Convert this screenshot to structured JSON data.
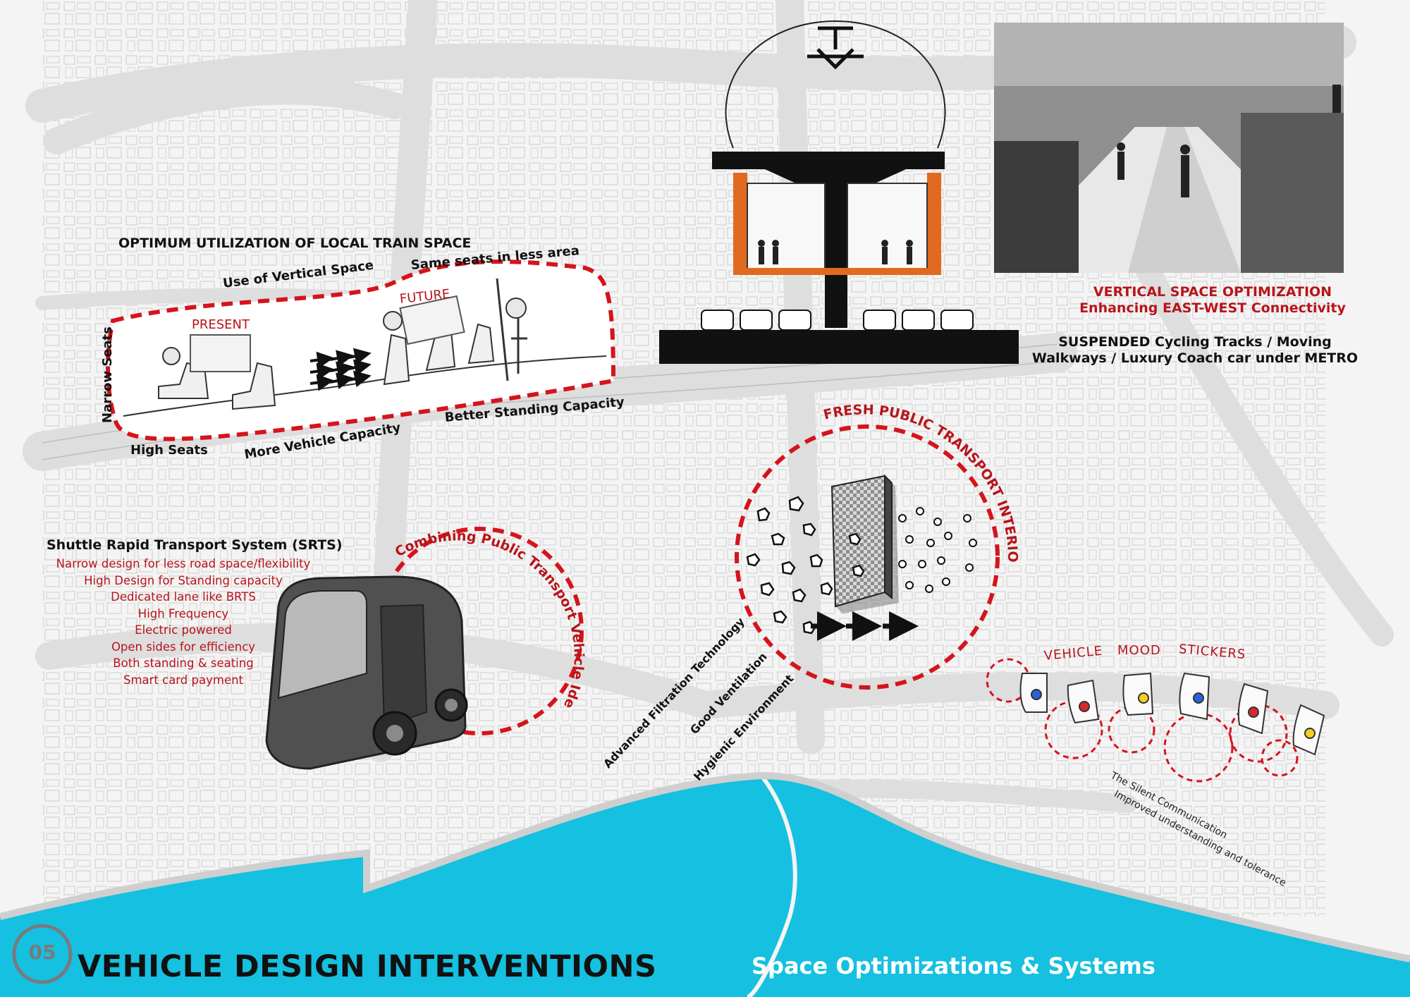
{
  "colors": {
    "accent_red": "#d4141c",
    "label_red": "#b8141a",
    "sea": "#15c0e0",
    "map_bg": "#f4f4f4",
    "road": "#dedede",
    "ink": "#111111",
    "badge_grey": "#7a7a7a"
  },
  "header": {
    "number": "05",
    "title": "VEHICLE DESIGN INTERVENTIONS",
    "subtitle": "Space Optimizations & Systems"
  },
  "train_space": {
    "title": "OPTIMUM UTILIZATION OF LOCAL TRAIN SPACE",
    "present_label": "PRESENT",
    "future_label": "FUTURE",
    "notes": {
      "vertical": "Use of Vertical Space",
      "same_seats": "Same seats in less area",
      "narrow_seats": "Narrow Seats",
      "high_seats": "High Seats",
      "more_capacity": "More Vehicle Capacity",
      "standing": "Better Standing Capacity"
    }
  },
  "metro": {
    "title": "VERTICAL SPACE OPTIMIZATION",
    "subtitle": "Enhancing EAST-WEST Connectivity",
    "desc_line1": "SUSPENDED Cycling Tracks / Moving",
    "desc_line2": "Walkways / Luxury Coach car under METRO"
  },
  "srts": {
    "title": "Shuttle Rapid Transport System (SRTS)",
    "features": [
      "Narrow design for less road space/flexibility",
      "High Design for Standing capacity",
      "Dedicated lane like BRTS",
      "High Frequency",
      "Electric powered",
      "Open sides for efficiency",
      "Both standing & seating",
      "Smart card payment"
    ],
    "arc_label": "Combining Public Transport Vehicle Ideas"
  },
  "interiors": {
    "arc_label": "FRESH PUBLIC TRANSPORT INTERIORS",
    "features": [
      "Advanced Filtration Technology",
      "Good Ventilation",
      "Hygienic Environment"
    ]
  },
  "stickers": {
    "words": [
      "VEHICLE",
      "MOOD",
      "STICKERS"
    ],
    "caption_line1": "The Silent Communication",
    "caption_line2": "Improved understanding and tolerance"
  },
  "icons": {
    "bus": "electric-shuttle-bus-icon",
    "arrows": "right-arrow-icon",
    "filter": "filtration-panel-icon",
    "badge": "number-circle-badge"
  }
}
